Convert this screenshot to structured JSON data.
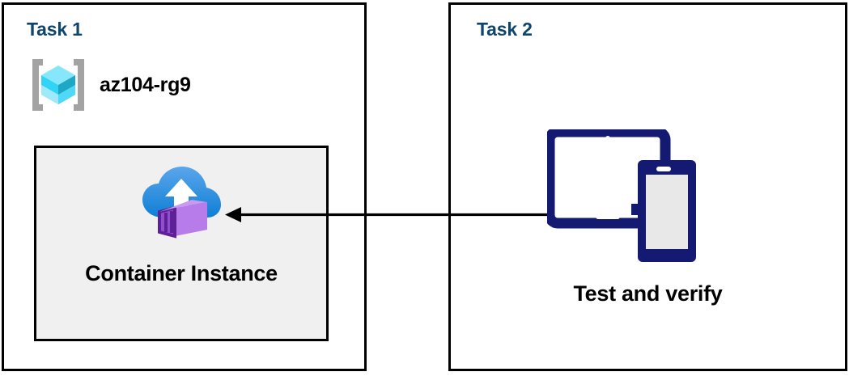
{
  "diagram": {
    "title": "Azure Container Instance task diagram",
    "background_color": "#ffffff"
  },
  "colors": {
    "task_title": "#10456b",
    "panel_border": "#000000",
    "box_fill": "#f0f0f0",
    "arrow": "#000000",
    "device_navy": "#141a72",
    "device_screen_gray": "#e8e8e8",
    "rg_bracket_gray": "#a3a3a3",
    "rg_cube_light": "#86e7fb",
    "rg_cube_mid": "#32d4f5",
    "rg_cube_dark": "#1fa8c6",
    "cloud_blue_light": "#4f9ee8",
    "cloud_blue_dark": "#0f7fd4",
    "container_purple": "#b77cea",
    "container_purple_dark": "#6b2fa0",
    "container_purple_mid": "#9a5fd4"
  },
  "panels": [
    {
      "id": "task1",
      "title": "Task 1",
      "resource_group": {
        "icon": "azure-resource-group-icon",
        "label": "az104-rg9"
      },
      "node": {
        "icon": "azure-container-instance-icon",
        "label": "Container Instance",
        "fill": "#f0f0f0"
      }
    },
    {
      "id": "task2",
      "title": "Task 2",
      "node": {
        "icon": "tablet-and-phone-devices-icon",
        "label": "Test and verify"
      }
    }
  ],
  "connector": {
    "name": "flow-arrow",
    "from": "Test and verify",
    "to": "Container Instance",
    "direction": "right-to-left",
    "style": "solid",
    "color": "#000000",
    "arrowhead": "left"
  }
}
